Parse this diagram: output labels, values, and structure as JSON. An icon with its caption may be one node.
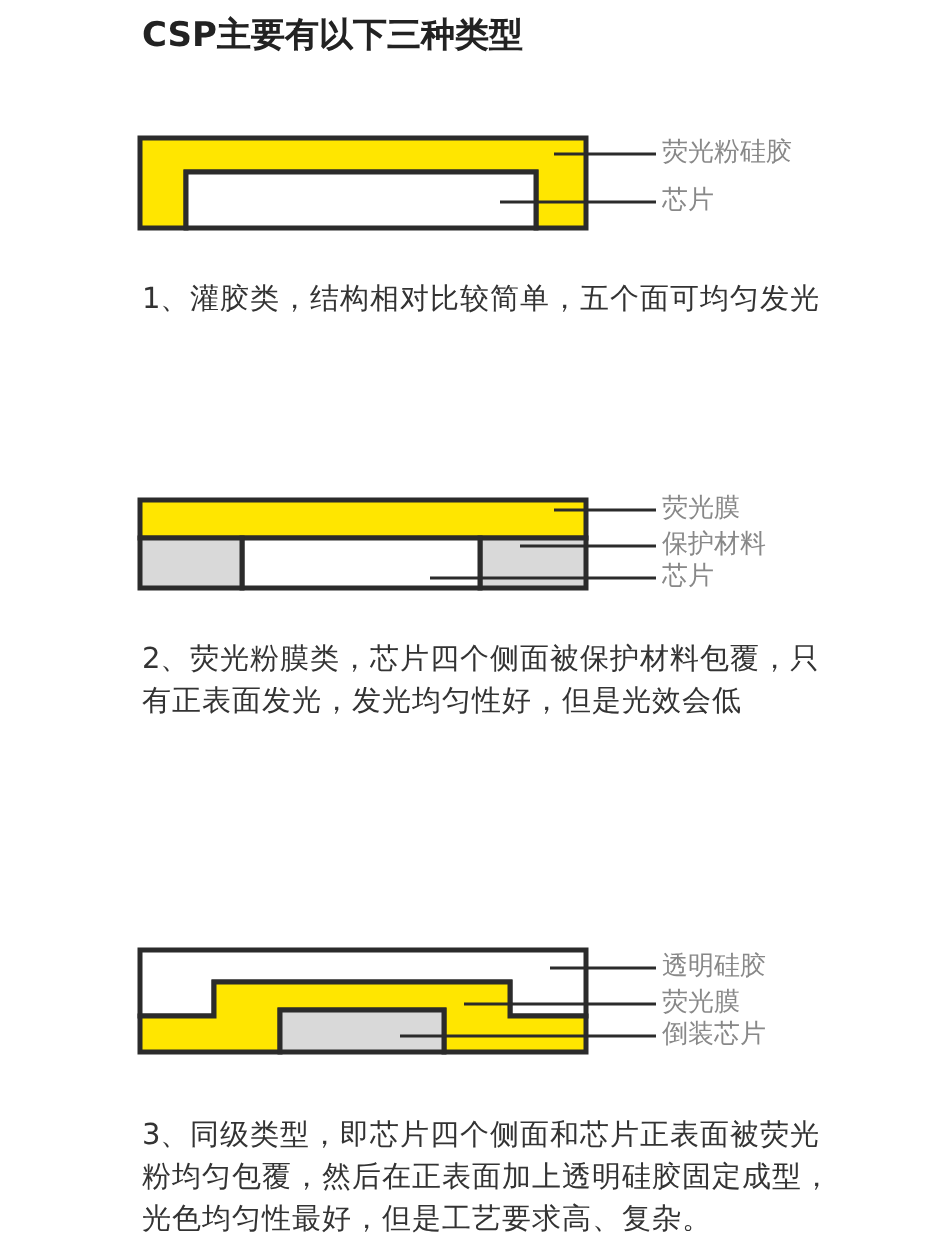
{
  "diagram": {
    "title": "CSP主要有以下三种类型",
    "nodes": [
      {
        "text": [
          "荧光粉硅胶"
        ]
      },
      {
        "text": [],
        "shape": "box"
      },
      {
        "text": [
          "芯片"
        ]
      },
      {
        "text": [],
        "shape": "box"
      },
      {
        "text": [
          "荧光膜"
        ]
      },
      {
        "text": [],
        "shape": "box"
      },
      {
        "text": [
          "保护材料"
        ]
      },
      {
        "text": [],
        "shape": "box"
      },
      {
        "text": [
          "芯片"
        ]
      },
      {
        "text": [],
        "shape": "box"
      },
      {
        "text": [
          "透明硅胶"
        ]
      },
      {
        "text": [],
        "shape": "box"
      },
      {
        "text": [
          "荧光膜"
        ]
      },
      {
        "text": [],
        "shape": "box"
      },
      {
        "text": [
          "倒装芯片"
        ]
      },
      {
        "text": [],
        "shape": "box"
      },
      {
        "text": [],
        "shape": "box"
      }
    ],
    "edges": [
      {
        "from": 0,
        "to": 1,
        "arrow": "none"
      },
      {
        "from": 2,
        "to": 3,
        "arrow": "none"
      },
      {
        "from": 4,
        "to": 5,
        "arrow": "none"
      },
      {
        "from": 6,
        "to": 7,
        "arrow": "none"
      },
      {
        "from": 8,
        "to": 9,
        "arrow": "none"
      },
      {
        "from": 10,
        "to": 11,
        "arrow": "none"
      },
      {
        "from": 12,
        "to": 13,
        "arrow": "none"
      },
      {
        "from": 14,
        "to": 15,
        "arrow": "none"
      }
    ],
    "labels": [
      "1、灌胶类，结构相对比较简单，五个面可均匀发光",
      "2、荧光粉膜类，芯片四个侧面被保护材料包覆，只有正表面发光，发光均匀性好，但是光效会低",
      "3、同级类型，即芯片四个侧面和芯片正表面被荧光粉均匀包覆，然后在正表面加上透明硅胶固定成型，光色均匀性最好，但是工艺要求高、复杂。"
    ]
  }
}
